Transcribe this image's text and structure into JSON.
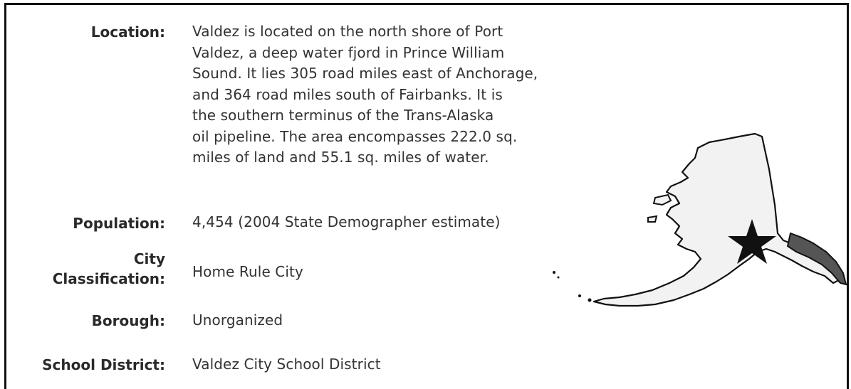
{
  "fields": {
    "location": {
      "label": "Location:",
      "lines": [
        "Valdez is located on the north shore of Port",
        "Valdez, a deep water fjord in Prince William",
        "Sound. It lies 305 road miles east of Anchorage,",
        "and 364 road miles south of Fairbanks. It is",
        "the southern terminus of the Trans-Alaska",
        "oil pipeline. The area encompasses 222.0 sq.",
        "miles of land and 55.1 sq. miles of water."
      ]
    },
    "population": {
      "label": "Population:",
      "value": "4,454 (2004 State Demographer estimate)"
    },
    "classification": {
      "label_line1": "City",
      "label_line2": "Classification:",
      "value": "Home Rule City"
    },
    "borough": {
      "label": "Borough:",
      "value": "Unorganized"
    },
    "school_district": {
      "label": "School District:",
      "value": "Valdez City School District"
    }
  },
  "map": {
    "icon": "alaska-map-icon",
    "marker": "star-marker-icon",
    "marker_color": "#111111",
    "land_color": "#f2f2f2"
  }
}
